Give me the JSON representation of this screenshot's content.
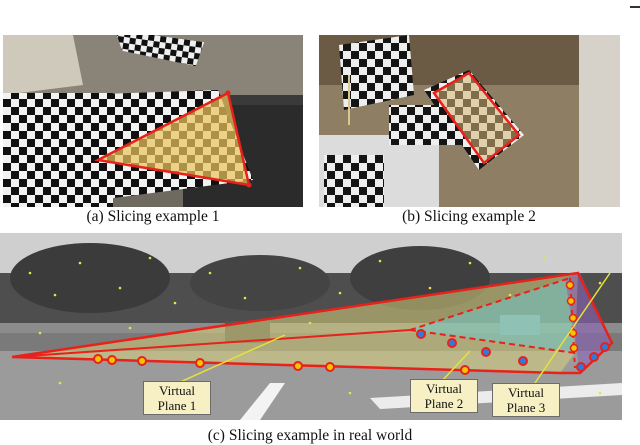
{
  "figure": {
    "captions": {
      "a": "(a) Slicing example 1",
      "b": "(b) Slicing example 2",
      "c": "(c) Slicing example in real world"
    },
    "plane_labels": [
      {
        "line1": "Virtual",
        "line2": "Plane 1"
      },
      {
        "line1": "Virtual",
        "line2": "Plane 2"
      },
      {
        "line1": "Virtual",
        "line2": "Plane 3"
      }
    ],
    "colors": {
      "outline": "#e8211b",
      "plane1_fill": "#d7cf7a",
      "plane2_fill": "#6fc7c8",
      "plane3_fill": "#8a62b8",
      "red_point": "#f5c400",
      "blue_point": "#2a7de0",
      "label_bg": "#f6f0c4"
    }
  }
}
